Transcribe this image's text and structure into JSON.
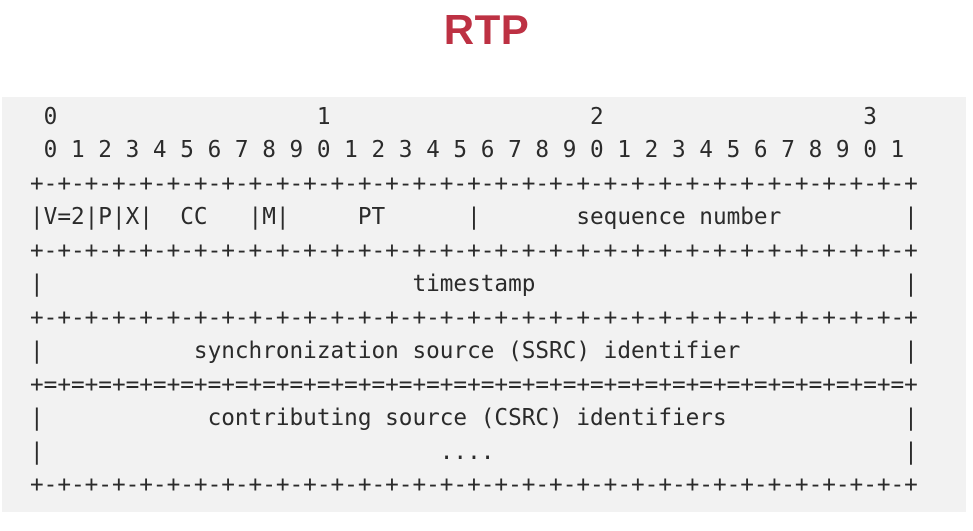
{
  "title": "RTP",
  "colors": {
    "title_red": "#bd3143",
    "panel_bg": "#f2f2f2",
    "diagram_text": "#2b2b2b",
    "page_bg": "#ffffff"
  },
  "diagram": {
    "bit_ruler_tens": " 0                   1                   2                   3",
    "bit_ruler_ones": " 0 1 2 3 4 5 6 7 8 9 0 1 2 3 4 5 6 7 8 9 0 1 2 3 4 5 6 7 8 9 0 1",
    "field_labels": [
      "V=2",
      "P",
      "X",
      "CC",
      "M",
      "PT",
      "sequence number",
      "timestamp",
      "synchronization source (SSRC) identifier",
      "contributing source (CSRC) identifiers",
      "...."
    ],
    "lines": [
      " 0                   1                   2                   3",
      " 0 1 2 3 4 5 6 7 8 9 0 1 2 3 4 5 6 7 8 9 0 1 2 3 4 5 6 7 8 9 0 1",
      "+-+-+-+-+-+-+-+-+-+-+-+-+-+-+-+-+-+-+-+-+-+-+-+-+-+-+-+-+-+-+-+-+",
      "|V=2|P|X|  CC   |M|     PT      |       sequence number         |",
      "+-+-+-+-+-+-+-+-+-+-+-+-+-+-+-+-+-+-+-+-+-+-+-+-+-+-+-+-+-+-+-+-+",
      "|                           timestamp                           |",
      "+-+-+-+-+-+-+-+-+-+-+-+-+-+-+-+-+-+-+-+-+-+-+-+-+-+-+-+-+-+-+-+-+",
      "|           synchronization source (SSRC) identifier            |",
      "+=+=+=+=+=+=+=+=+=+=+=+=+=+=+=+=+=+=+=+=+=+=+=+=+=+=+=+=+=+=+=+=+",
      "|            contributing source (CSRC) identifiers             |",
      "|                             ....                              |",
      "+-+-+-+-+-+-+-+-+-+-+-+-+-+-+-+-+-+-+-+-+-+-+-+-+-+-+-+-+-+-+-+-+"
    ]
  }
}
